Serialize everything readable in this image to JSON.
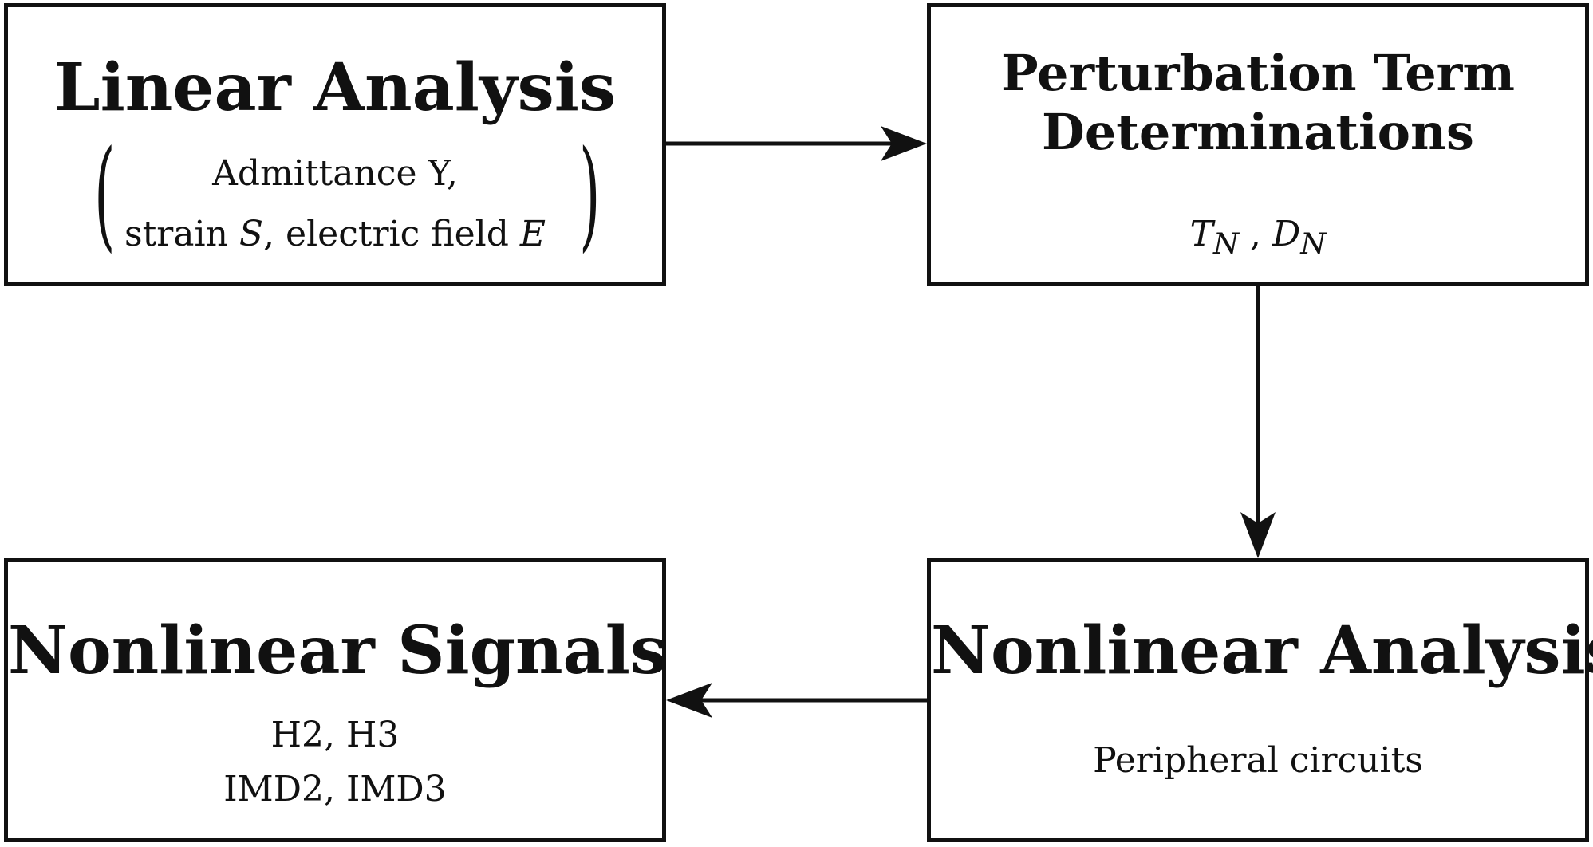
{
  "boxes": {
    "linear_analysis": {
      "title": "Linear Analysis",
      "line1": "Admittance Y,",
      "line2_a": "strain ",
      "line2_b": "S",
      "line2_c": ", electric field ",
      "line2_d": "E"
    },
    "perturbation": {
      "title_line1": "Perturbation Term",
      "title_line2": "Determinations",
      "t": "T",
      "t_sub": "N",
      "sep": " , ",
      "d": "D",
      "d_sub": "N"
    },
    "nonlinear_analysis": {
      "title": "Nonlinear Analysis",
      "detail": "Peripheral circuits"
    },
    "nonlinear_signals": {
      "title": "Nonlinear Signals",
      "line1": "H2,  H3",
      "line2": "IMD2,  IMD3"
    }
  },
  "arrows": [
    {
      "from": "Linear Analysis",
      "to": "Perturbation Term Determinations"
    },
    {
      "from": "Perturbation Term Determinations",
      "to": "Nonlinear Analysis"
    },
    {
      "from": "Nonlinear Analysis",
      "to": "Nonlinear Signals"
    }
  ]
}
